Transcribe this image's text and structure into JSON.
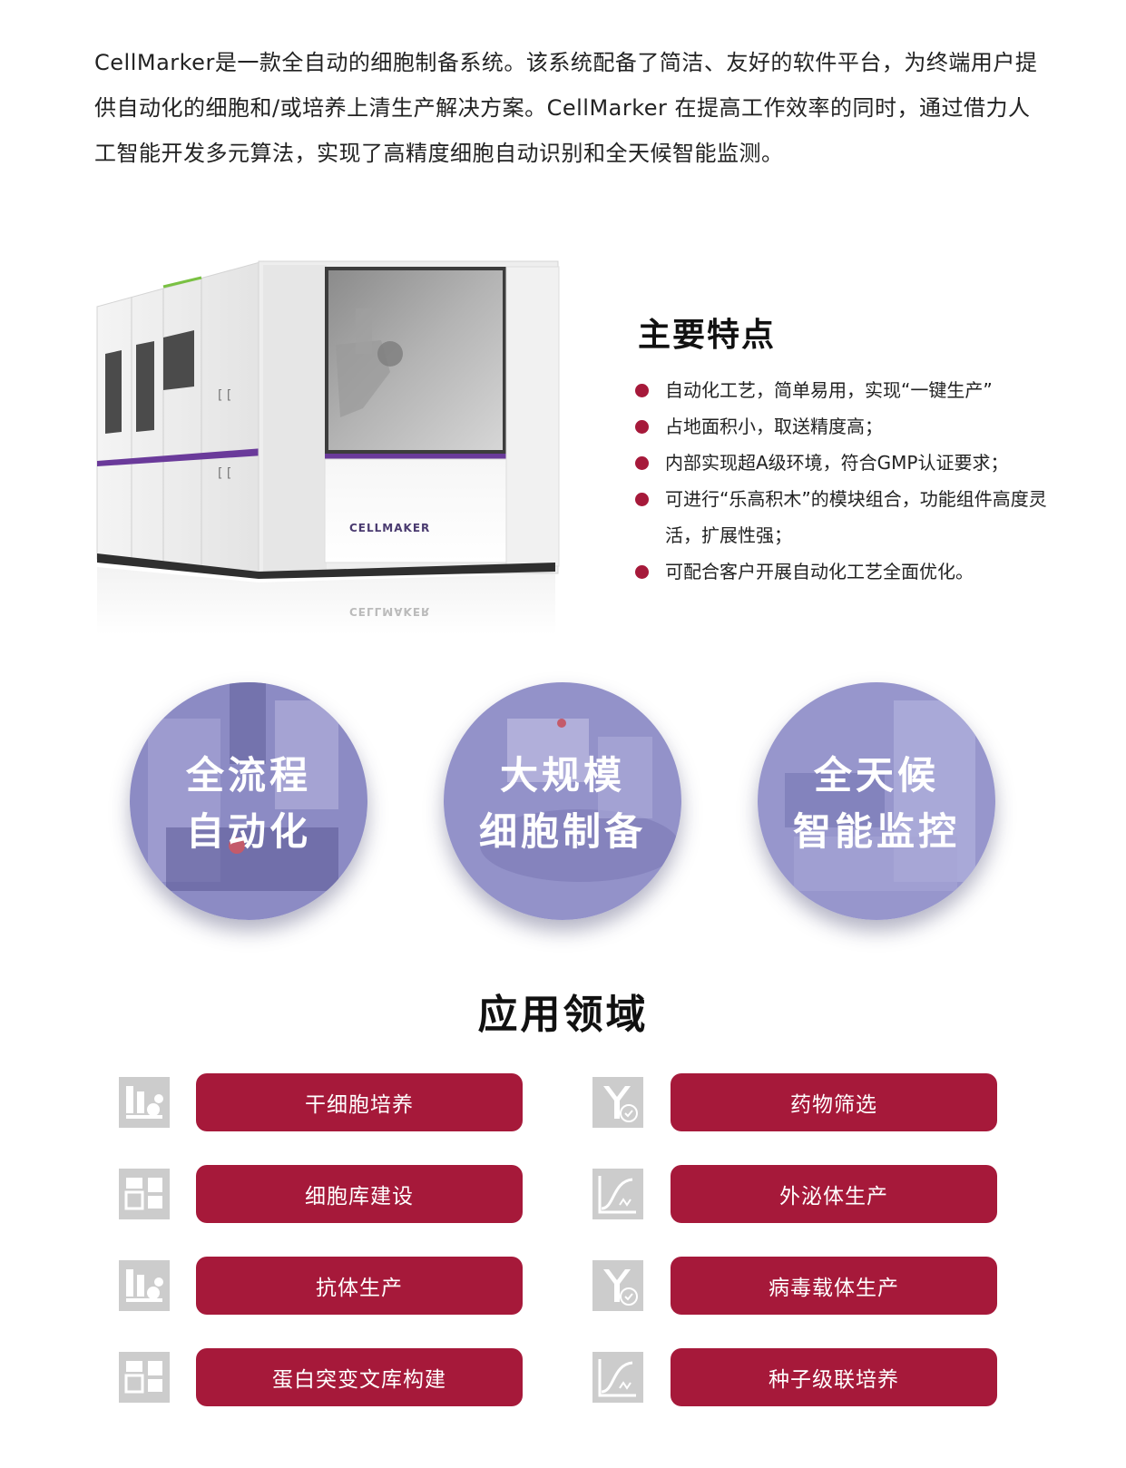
{
  "intro": {
    "text": "CellMarker是一款全自动的细胞制备系统。该系统配备了简洁、友好的软件平台，为终端用户提供自动化的细胞和/或培养上清生产解决方案。CellMarker 在提高工作效率的同时，通过借力人工智能开发多元算法，实现了高精度细胞自动识别和全天候智能监测。"
  },
  "machine": {
    "brand_label": "CELLMAKER",
    "reflection_label": "CELLMAKER"
  },
  "features": {
    "title": "主要特点",
    "bullet_color": "#a6193a",
    "items": [
      "自动化工艺，简单易用，实现“一键生产”",
      "占地面积小，取送精度高；",
      "内部实现超A级环境，符合GMP认证要求；",
      "可进行“乐高积木”的模块组合，功能组件高度灵活，扩展性强；",
      "可配合客户开展自动化工艺全面优化。"
    ]
  },
  "circles": [
    {
      "line1": "全流程",
      "line2": "自动化"
    },
    {
      "line1": "大规模",
      "line2": "细胞制备"
    },
    {
      "line1": "全天候",
      "line2": "智能监控"
    }
  ],
  "applications": {
    "title": "应用领域",
    "button_color": "#a6193a",
    "items": [
      {
        "label": "干细胞培养",
        "icon": "stem-cell-culture-icon"
      },
      {
        "label": "药物筛选",
        "icon": "antibody-check-icon"
      },
      {
        "label": "细胞库建设",
        "icon": "cell-bank-icon"
      },
      {
        "label": "外泌体生产",
        "icon": "growth-curve-icon"
      },
      {
        "label": "抗体生产",
        "icon": "stem-cell-culture-icon"
      },
      {
        "label": "病毒载体生产",
        "icon": "antibody-check-icon"
      },
      {
        "label": "蛋白突变文库构建",
        "icon": "cell-bank-icon"
      },
      {
        "label": "种子级联培养",
        "icon": "growth-curve-icon"
      }
    ]
  }
}
